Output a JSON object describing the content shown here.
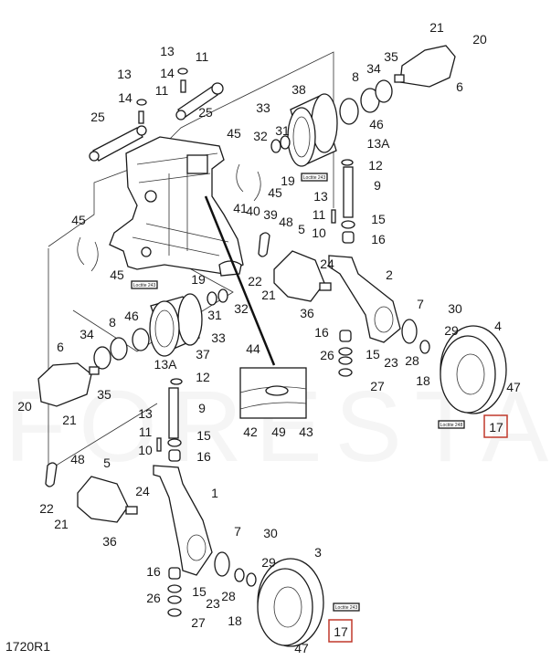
{
  "watermark": "FORESTAGRI",
  "figure_code": "1720R1",
  "highlight_color": "#c0392b",
  "loctite_labels": [
    "Loctite 243",
    "Loctite 243",
    "Loctite 248",
    "Loctite 243"
  ],
  "highlighted_callouts": [
    "17",
    "17"
  ],
  "callouts": [
    "21",
    "20",
    "35",
    "34",
    "8",
    "6",
    "13",
    "11",
    "14",
    "13",
    "11",
    "14",
    "25",
    "25",
    "38",
    "33",
    "46",
    "32",
    "31",
    "45",
    "13A",
    "12",
    "19",
    "9",
    "45",
    "13",
    "41",
    "40",
    "39",
    "11",
    "15",
    "48",
    "45",
    "5",
    "10",
    "16",
    "24",
    "2",
    "45",
    "19",
    "22",
    "21",
    "32",
    "30",
    "31",
    "36",
    "7",
    "8",
    "46",
    "16",
    "29",
    "4",
    "34",
    "33",
    "6",
    "37",
    "15",
    "23",
    "26",
    "28",
    "44",
    "13A",
    "12",
    "18",
    "27",
    "47",
    "35",
    "20",
    "21",
    "9",
    "13",
    "11",
    "42",
    "49",
    "43",
    "15",
    "10",
    "16",
    "48",
    "5",
    "24",
    "1",
    "22",
    "21",
    "30",
    "7",
    "36",
    "3",
    "29",
    "16",
    "15",
    "28",
    "26",
    "23",
    "27",
    "18",
    "47"
  ]
}
